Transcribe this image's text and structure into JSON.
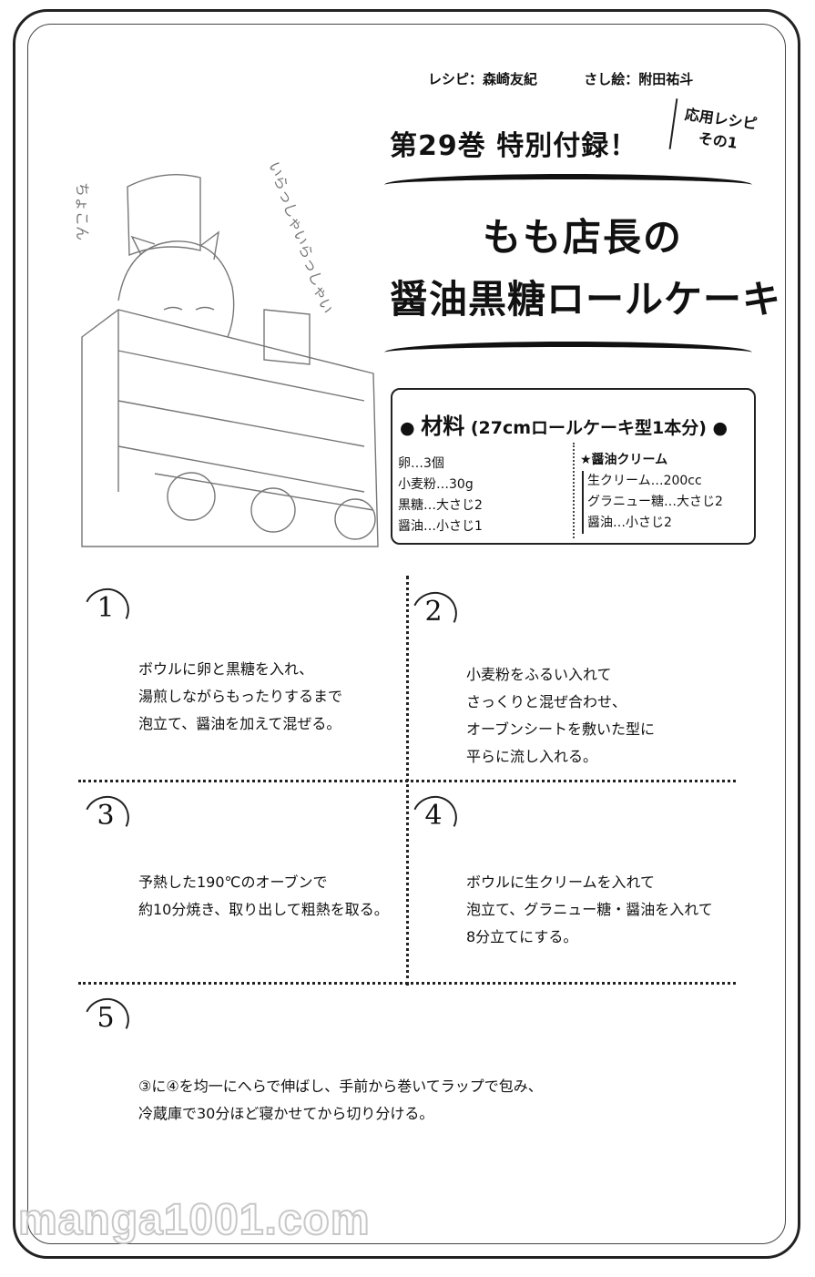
{
  "credits": {
    "recipe": "レシピ：森崎友紀",
    "illustration": "さし絵：附田祐斗"
  },
  "header": {
    "supplement": "第29巻 特別付録！",
    "applied_recipe": "応用レシピ",
    "applied_number": "その1",
    "title_line1": "もも店長の",
    "title_line2": "醤油黒糖ロールケーキ"
  },
  "illustration": {
    "sfx_1": "いらっしゃいらっしゃい",
    "sfx_2": "ちょこん"
  },
  "ingredients": {
    "heading": "材料",
    "subheading": "(27cmロールケーキ型1本分)",
    "left": [
      "卵…3個",
      "小麦粉…30g",
      "黒糖…大さじ2",
      "醤油…小さじ1"
    ],
    "cream_title": "★醤油クリーム",
    "cream": [
      "生クリーム…200cc",
      "グラニュー糖…大さじ2",
      "醤油…小さじ2"
    ]
  },
  "steps": [
    {
      "num": "1",
      "text": "ボウルに卵と黒糖を入れ、\n湯煎しながらもったりするまで\n泡立て、醤油を加えて混ぜる。"
    },
    {
      "num": "2",
      "text": "小麦粉をふるい入れて\nさっくりと混ぜ合わせ、\nオーブンシートを敷いた型に\n平らに流し入れる。"
    },
    {
      "num": "3",
      "text": "予熱した190℃のオーブンで\n約10分焼き、取り出して粗熱を取る。"
    },
    {
      "num": "4",
      "text": "ボウルに生クリームを入れて\n泡立て、グラニュー糖・醤油を入れて\n8分立てにする。"
    },
    {
      "num": "5",
      "text": "③に④を均一にへらで伸ばし、手前から巻いてラップで包み、\n冷蔵庫で30分ほど寝かせてから切り分ける。"
    }
  ],
  "watermark": "manga1001.com"
}
